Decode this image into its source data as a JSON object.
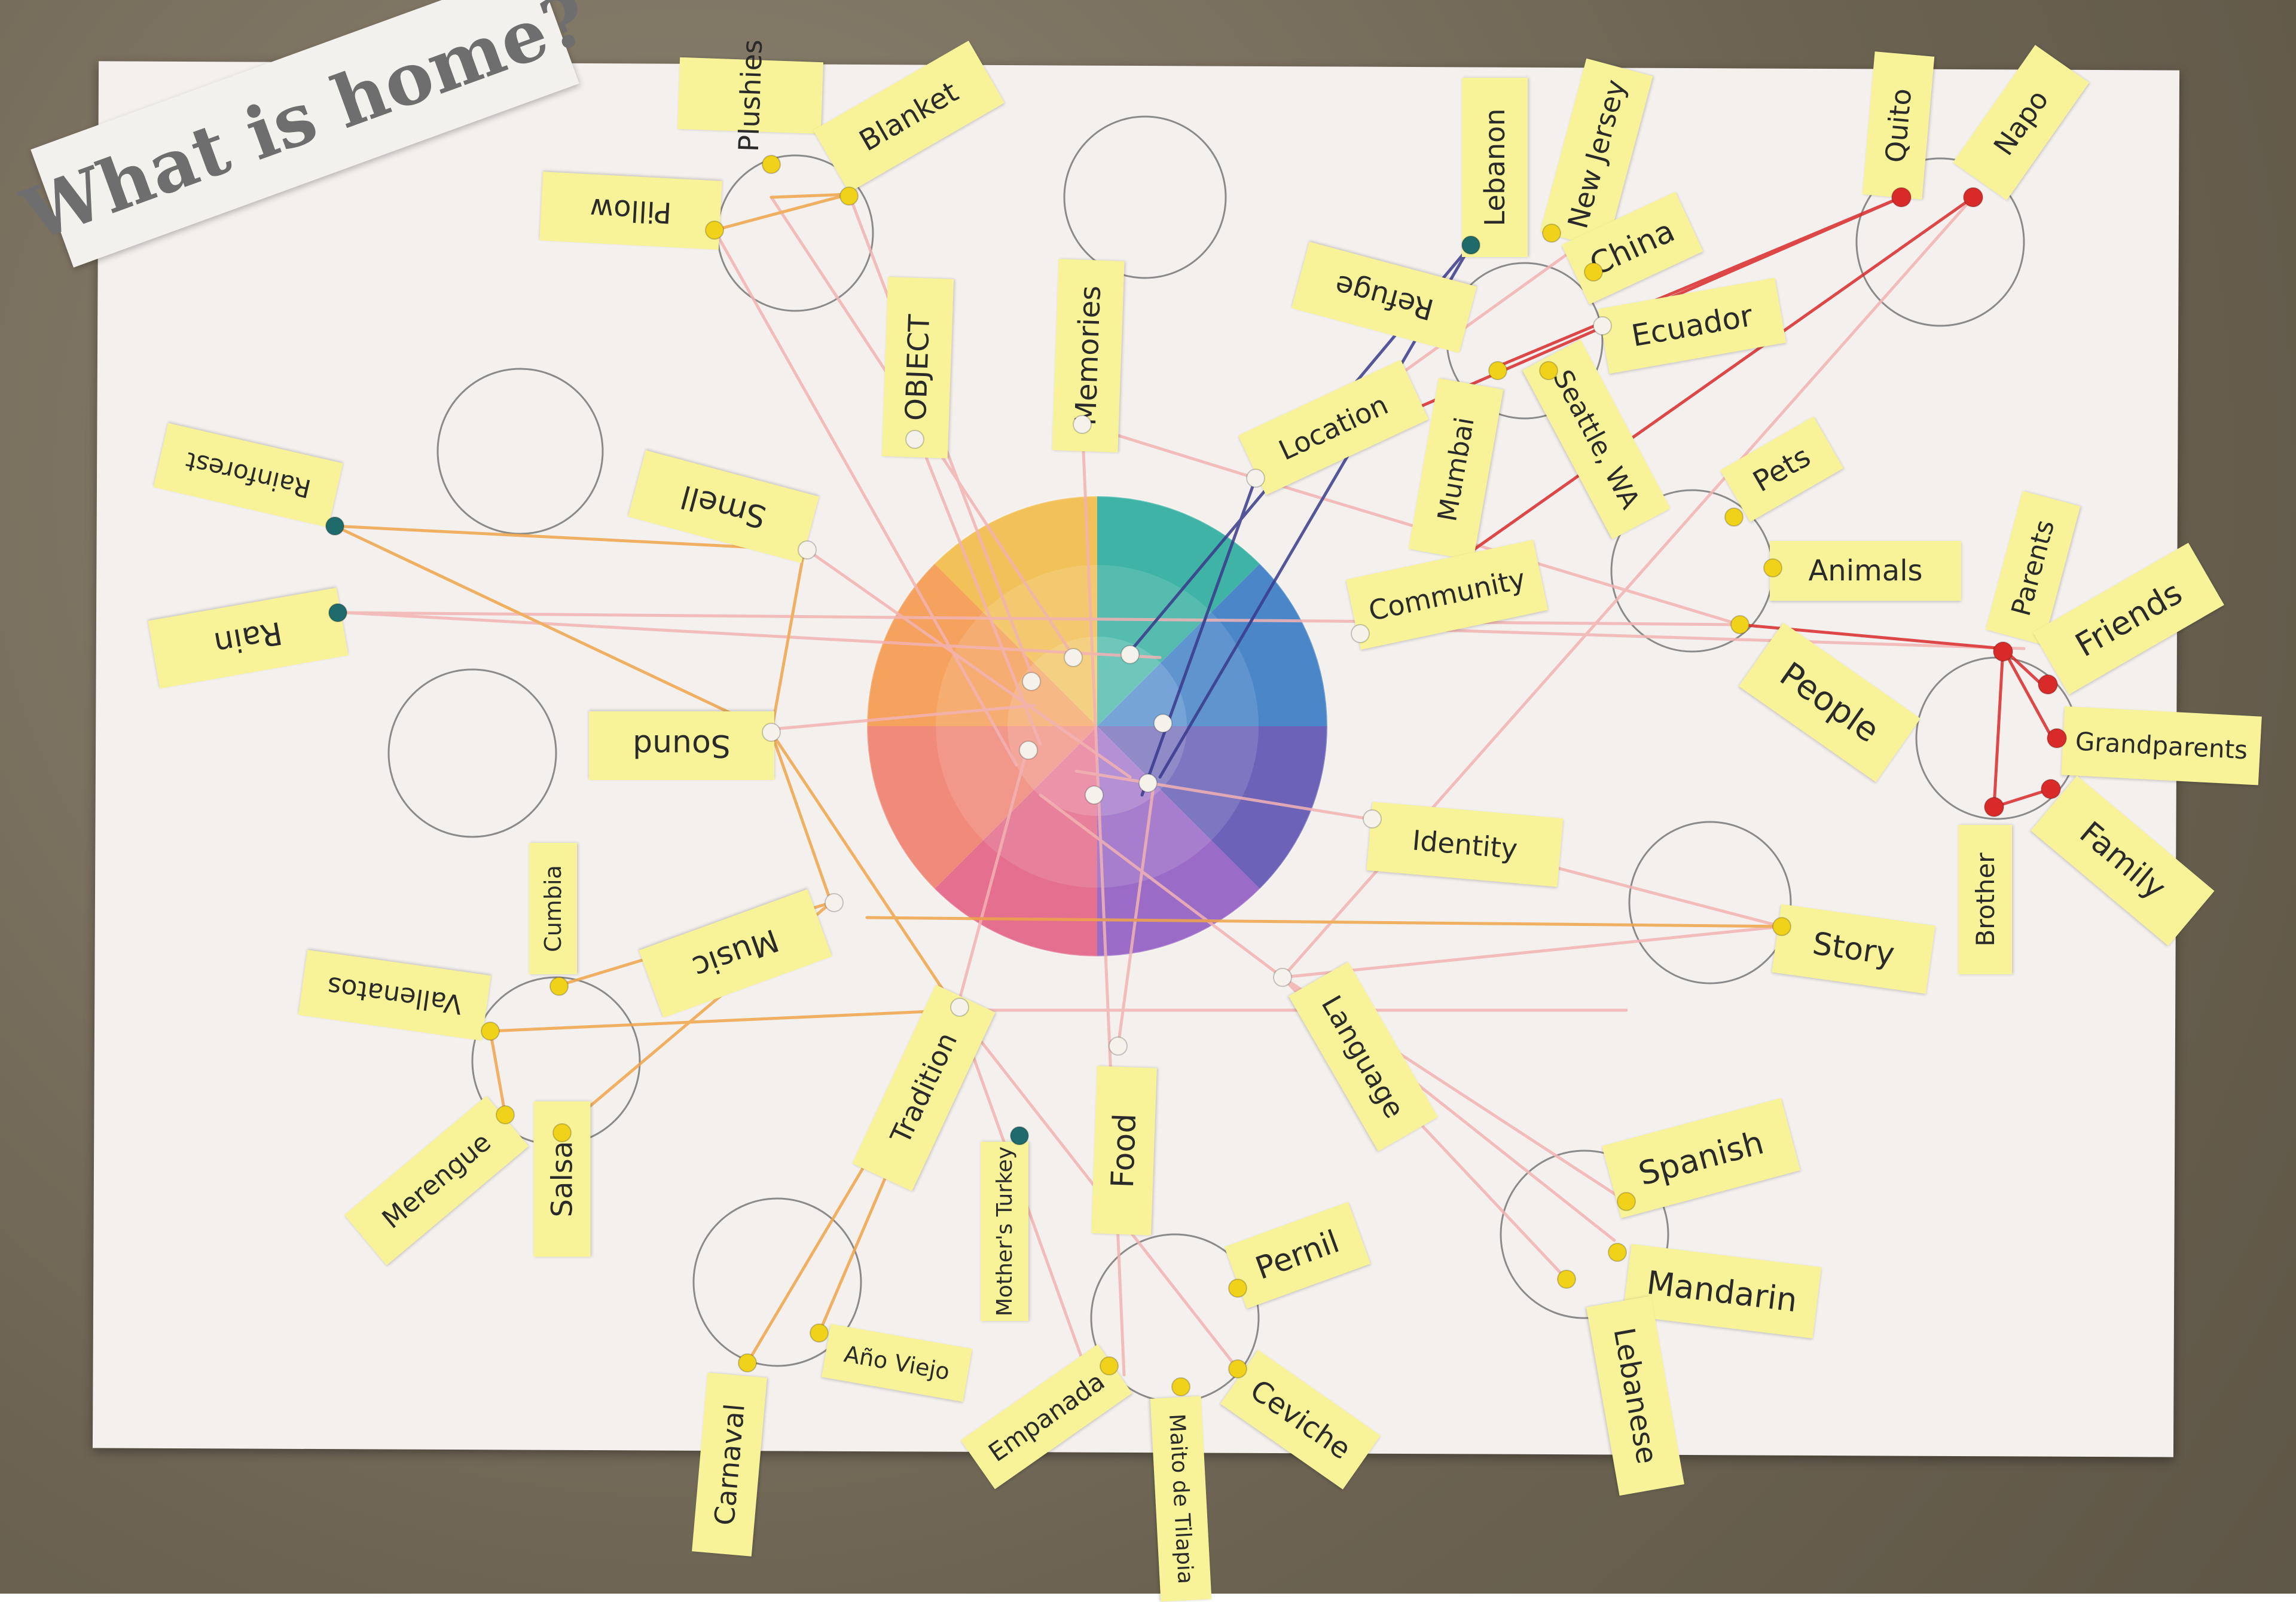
{
  "title": "What is home?",
  "colors": {
    "sticky_note": "#f8f398",
    "board": "#f4f0ee",
    "yarn_pink": "#f2b3b3",
    "yarn_orange": "#f0a54a",
    "yarn_red": "#d92a2a",
    "yarn_navy": "#3a3a8c"
  },
  "emotion_wheel": {
    "segments": [
      "teal",
      "blue",
      "indigo",
      "violet",
      "pink",
      "coral",
      "orange",
      "gold"
    ],
    "segment_colors": [
      "#3fb3a6",
      "#4b86c9",
      "#6c63b8",
      "#9b6cc7",
      "#e46f8e",
      "#f08a7a",
      "#f4a25e",
      "#f2c15a"
    ]
  },
  "notes": {
    "plushies": "Plushies",
    "blanket": "Blanket",
    "pillow": "Pillow",
    "object": "OBJECT",
    "memories": "Memories",
    "lebanon": "Lebanon",
    "new_jersey": "New Jersey",
    "refuge": "Refuge",
    "china": "China",
    "ecuador": "Ecuador",
    "quito": "Quito",
    "napo": "Napo",
    "location": "Location",
    "mumbai": "Mumbai",
    "seattle": "Seattle, WA",
    "rainforest": "Rainforest",
    "smell": "Smell",
    "rain": "Rain",
    "pets": "Pets",
    "animals": "Animals",
    "community": "Community",
    "parents": "Parents",
    "friends": "Friends",
    "people": "People",
    "grandparents": "Grandparents",
    "family": "Family",
    "brother": "Brother",
    "sound": "Sound",
    "identity": "Identity",
    "cumbia": "Cumbia",
    "music": "Music",
    "vallenatos": "Vallenatos",
    "story": "Story",
    "language": "Language",
    "tradition": "Tradition",
    "food": "Food",
    "merengue": "Merengue",
    "salsa": "Salsa",
    "mothers_turkey": "Mother's Turkey",
    "spanish": "Spanish",
    "mandarin": "Mandarin",
    "pernil": "Pernil",
    "ano_viejo": "Año Viejo",
    "carnaval": "Carnaval",
    "empanada": "Empanada",
    "ceviche": "Ceviche",
    "maito_de_tilapia": "Maito de Tilapia",
    "lebanese": "Lebanese"
  }
}
